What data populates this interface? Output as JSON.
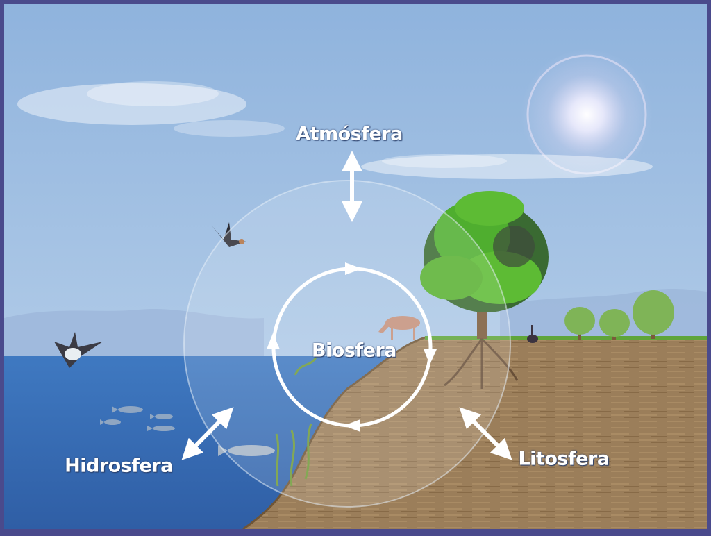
{
  "labels": {
    "atmosphere": "Atmósfera",
    "biosphere": "Biosfera",
    "hydrosphere": "Hidrosfera",
    "lithosphere": "Litosfera"
  },
  "colors": {
    "frame": "#4a4a8c",
    "sky_top": "#8fb3dd",
    "sky_bottom": "#bcd3ec",
    "sea": "#3f79c1",
    "sea_deep": "#2f5ea5",
    "land": "#9b7e5a",
    "land_dark": "#7e6444",
    "foliage": "#4fae2f",
    "foliage_dark": "#3a6a32",
    "arrow": "#ffffff"
  },
  "icons": [
    "sun-icon",
    "cloud-icon",
    "bird-icon",
    "fish-icon",
    "tree-icon",
    "deer-icon",
    "rabbit-icon"
  ]
}
